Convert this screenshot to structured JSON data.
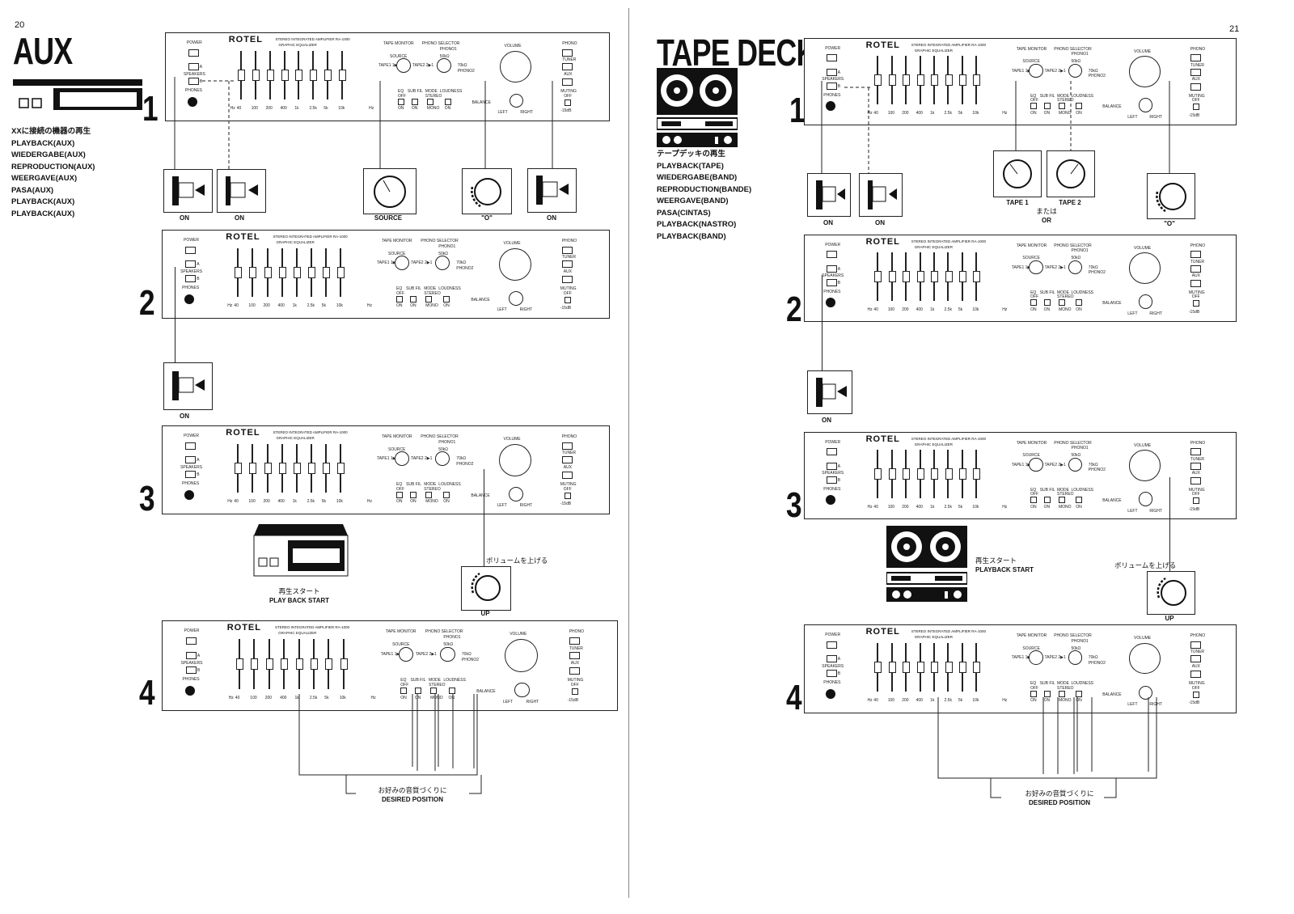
{
  "left_page": {
    "page_number": "20",
    "title": "AUX",
    "lines": [
      "XXに接続の機器の再生",
      "PLAYBACK(AUX)",
      "WIEDERGABE(AUX)",
      "REPRODUCTION(AUX)",
      "WEERGAVE(AUX)",
      "PASA(AUX)",
      "PLAYBACK(AUX)",
      "PLAYBACK(AUX)"
    ],
    "step1_labels": [
      "ON",
      "ON",
      "SOURCE",
      "\"O\"",
      "ON"
    ],
    "step2_label": "ON",
    "playback_jp": "再生スタート",
    "playback_en": "PLAY BACK START",
    "volume_jp": "ボリュームを上げる",
    "up_label": "UP",
    "desired_jp": "お好みの音質づくりに",
    "desired_en": "DESIRED POSITION"
  },
  "right_page": {
    "page_number": "21",
    "title": "TAPE DECK",
    "lines": [
      "テープデッキの再生",
      "PLAYBACK(TAPE)",
      "WIEDERGABE(BAND)",
      "REPRODUCTION(BANDE)",
      "WEERGAVE(BAND)",
      "PASA(CINTAS)",
      "PLAYBACK(NASTRO)",
      "PLAYBACK(BAND)"
    ],
    "step1_labels": [
      "ON",
      "ON",
      "TAPE 1",
      "TAPE 2",
      "\"O\""
    ],
    "or_jp": "または",
    "or_en": "OR",
    "step2_label": "ON",
    "playback_jp": "再生スタート",
    "playback_en": "PLAYBACK START",
    "volume_jp": "ボリュームを上げる",
    "up_label": "UP",
    "desired_jp": "お好みの音質づくりに",
    "desired_en": "DESIRED POSITION"
  },
  "steps": [
    "1",
    "2",
    "3",
    "4"
  ],
  "panel": {
    "brand": "ROTEL",
    "model": "STEREO   INTEGRATED AMPLIFIER RA-1000",
    "eq_title": "GRAPHIC   EQUALIZER",
    "power": "POWER",
    "speakers": "SPEAKERS",
    "speaker_a": "A",
    "speaker_b": "B",
    "phones": "PHONES",
    "hz": "Hz",
    "eq_freqs": [
      "40",
      "100",
      "200",
      "400",
      "1k",
      "2.5k",
      "5k",
      "10k"
    ],
    "tape_monitor": "TAPE MONITOR",
    "source": "SOURCE",
    "tape1": "TAPE1 1▶2",
    "tape2": "TAPE2 2▶1",
    "phono_selector": "PHONO SELECTOR",
    "phono1": "PHONO1",
    "phono2": "PHONO2",
    "ohm50": "50kΩ",
    "ohm70": "70kΩ",
    "eq": "EQ",
    "sub_fil": "SUB FIL",
    "mode": "MODE",
    "loudness": "LOUDNESS",
    "off": "OFF",
    "on": "ON",
    "stereo": "STEREO",
    "mono": "MONO",
    "volume": "VOLUME",
    "balance": "BALANCE",
    "left": "LEFT",
    "right": "RIGHT",
    "phono": "PHONO",
    "tuner": "TUNER",
    "aux": "AUX",
    "muting": "MUTING",
    "muting_off": "OFF",
    "muting_db": "-15dB"
  }
}
